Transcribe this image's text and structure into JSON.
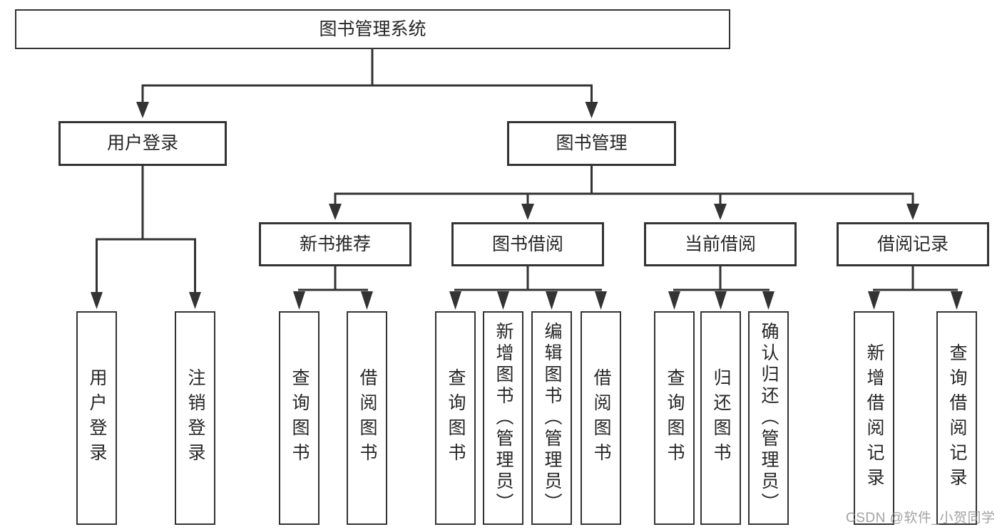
{
  "diagram": {
    "root": {
      "label": "图书管理系统"
    },
    "branches": [
      {
        "label": "用户登录",
        "children": [
          {
            "label": "用户登录"
          },
          {
            "label": "注销登录"
          }
        ]
      },
      {
        "label": "图书管理",
        "children": [
          {
            "label": "新书推荐",
            "children": [
              {
                "label": "查询图书"
              },
              {
                "label": "借阅图书"
              }
            ]
          },
          {
            "label": "图书借阅",
            "children": [
              {
                "label": "查询图书"
              },
              {
                "label": "新增图书（管理员）"
              },
              {
                "label": "编辑图书（管理员）"
              },
              {
                "label": "借阅图书"
              }
            ]
          },
          {
            "label": "当前借阅",
            "children": [
              {
                "label": "查询图书"
              },
              {
                "label": "归还图书"
              },
              {
                "label": "确认归还（管理员）"
              }
            ]
          },
          {
            "label": "借阅记录",
            "children": [
              {
                "label": "新增借阅记录"
              },
              {
                "label": "查询借阅记录"
              }
            ]
          }
        ]
      }
    ]
  },
  "watermark": {
    "text": "CSDN @软件_小贺同学"
  },
  "colors": {
    "line": "#333333",
    "box_border": "#333333",
    "text": "#262626",
    "watermark": "#969696",
    "background": "#ffffff"
  }
}
